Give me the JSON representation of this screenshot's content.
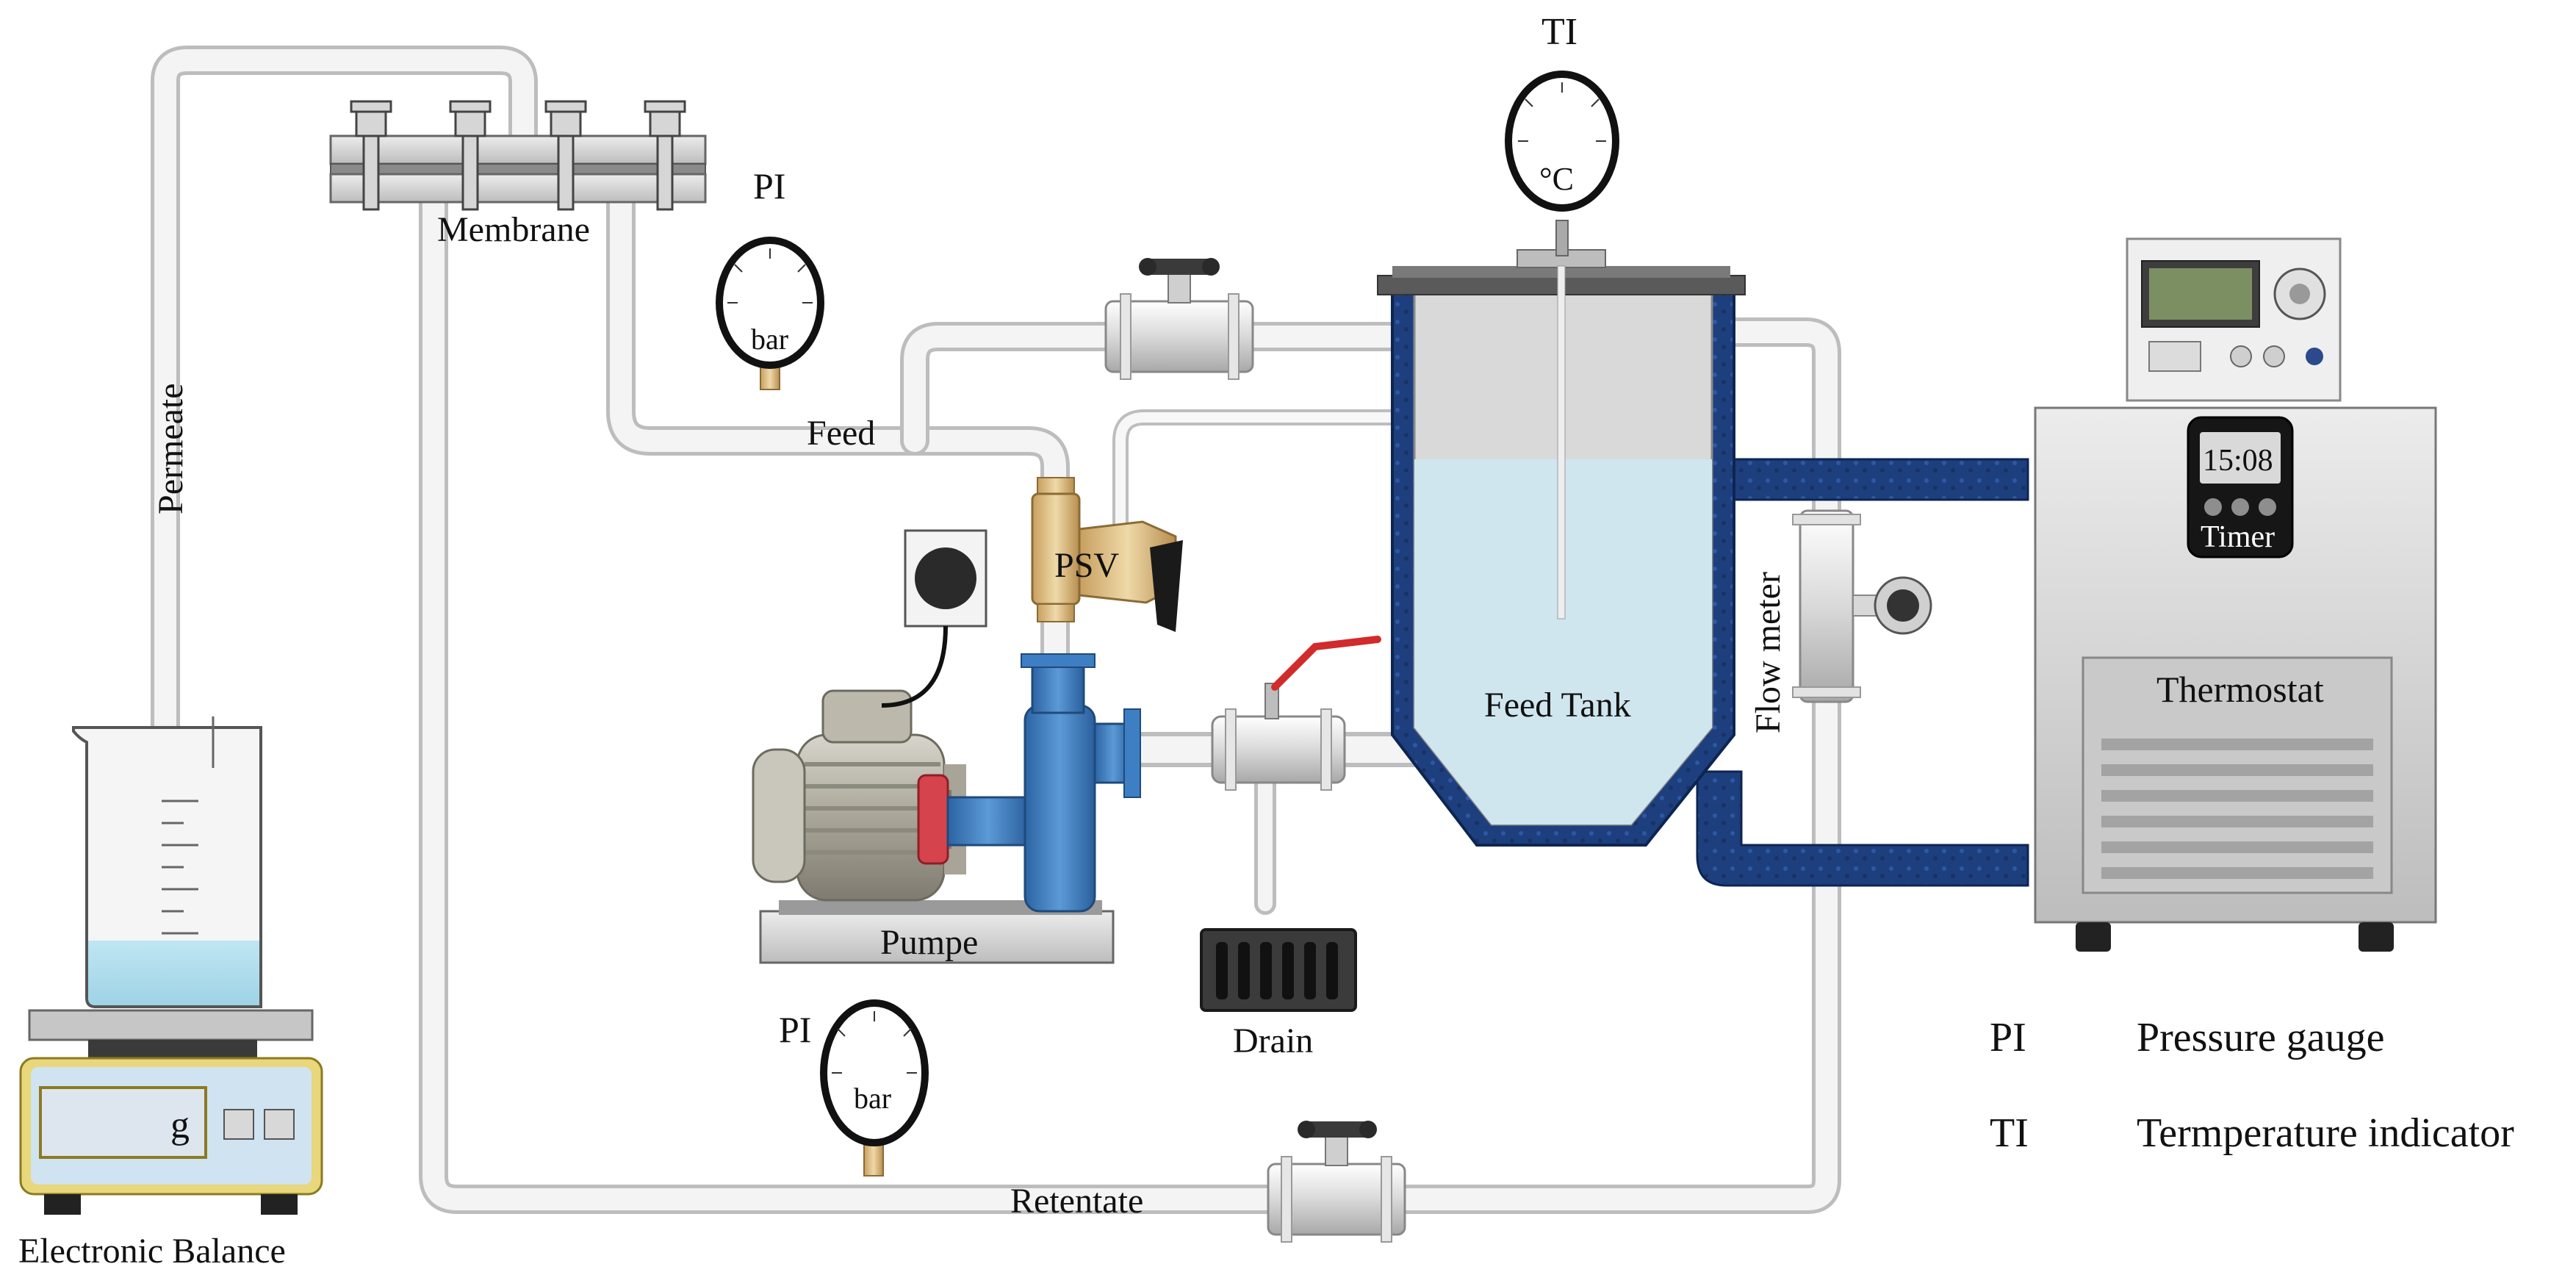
{
  "labels": {
    "membrane": "Membrane",
    "permeate": "Permeate",
    "feed": "Feed",
    "psv": "PSV",
    "pump": "Pumpe",
    "drain": "Drain",
    "feed_tank": "Feed Tank",
    "flow_meter": "Flow meter",
    "retentate": "Retentate",
    "electronic_balance": "Electronic Balance",
    "thermostat": "Thermostat",
    "timer": "Timer",
    "ti": "TI",
    "pi_top": "PI",
    "pi_bottom": "PI"
  },
  "gauges": {
    "pressure_unit": "bar",
    "temperature_unit": "°C"
  },
  "displays": {
    "balance_unit": "g",
    "timer_readout": "15:08"
  },
  "legend": [
    {
      "abbr": "PI",
      "meaning": "Pressure gauge"
    },
    {
      "abbr": "TI",
      "meaning": "Termperature indicator"
    }
  ],
  "colors": {
    "pipe": "#f2f2f2",
    "pipe_edge": "#bdbdbd",
    "water": "#cfe6ef",
    "jacket": "#1c3d7a",
    "pump_blue": "#3d7fc2",
    "motor": "#b9b5a8",
    "brass": "#d9b87a"
  }
}
